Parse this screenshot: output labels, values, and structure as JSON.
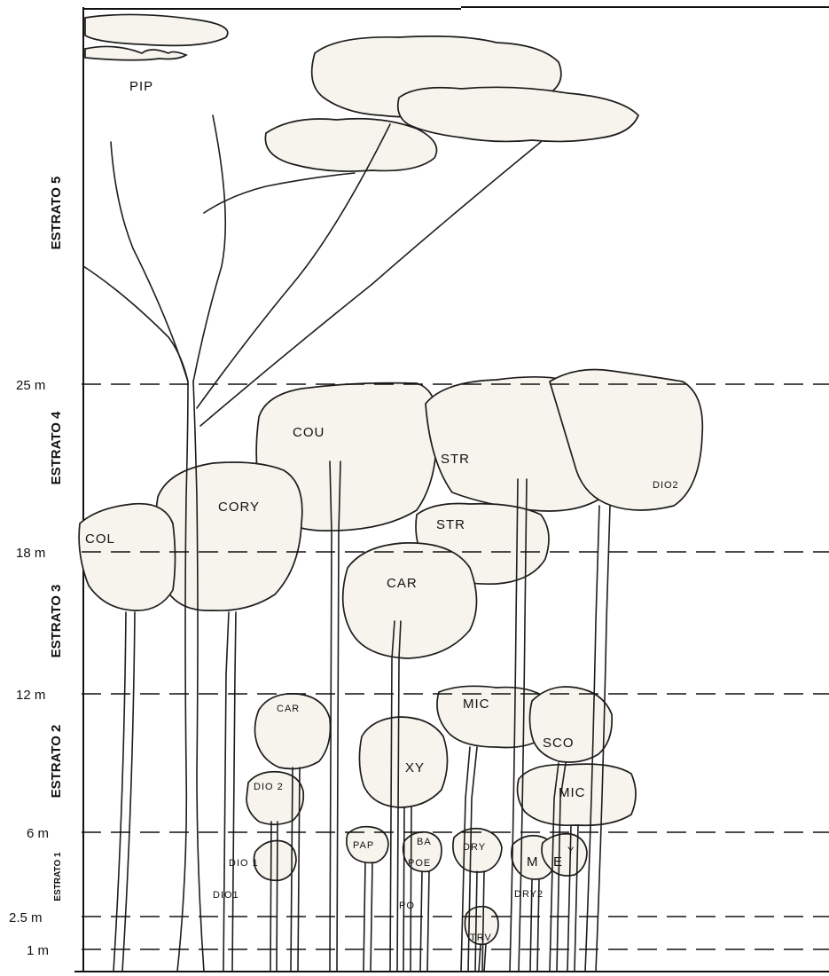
{
  "height_levels": [
    "25 m",
    "18 m",
    "12 m",
    "6 m",
    "2.5 m",
    "1 m"
  ],
  "strata": [
    "ESTRATO 5",
    "ESTRATO 4",
    "ESTRATO 3",
    "ESTRATO 2",
    "ESTRATO 1"
  ],
  "species": {
    "pip": "PIP",
    "cou": "COU",
    "str_upper": "STR",
    "str_lower": "STR",
    "dio2_upper": "DIO2",
    "cory": "CORY",
    "col": "COL",
    "car_upper": "CAR",
    "car_lower": "CAR",
    "mic_upper": "MIC",
    "mic_lower": "MIC",
    "sco": "SCO",
    "xy": "XY",
    "dio2_lower": "DIO 2",
    "dio1_a": "DIO 1",
    "dio1_b": "DIO1",
    "pap": "PAP",
    "ba": "BA",
    "poe": "POE",
    "po": "PO",
    "dry": "DRY",
    "dry2": "DRY2",
    "m": "M",
    "e": "E",
    "y": "Y",
    "trv": "TRV"
  }
}
